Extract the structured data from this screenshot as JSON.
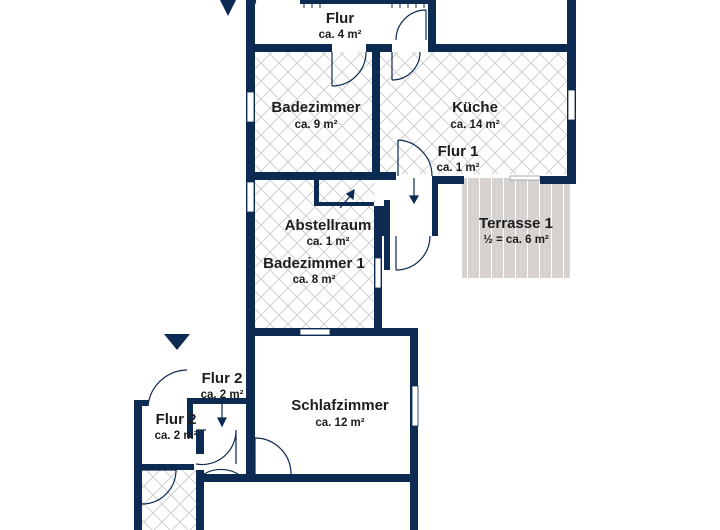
{
  "colors": {
    "wall": "#0c2a52",
    "tile_pattern": "#c8c8c8",
    "terrace": "#d6d2d0",
    "door_swing": "#0c2a52",
    "label": "#1d1d1d"
  },
  "rooms": {
    "flur": {
      "name": "Flur",
      "area": "ca. 4 m²"
    },
    "badezimmer": {
      "name": "Badezimmer",
      "area": "ca. 9 m²"
    },
    "kueche": {
      "name": "Küche",
      "area": "ca. 14 m²"
    },
    "flur1": {
      "name": "Flur 1",
      "area": "ca. 1 m²"
    },
    "abstellraum": {
      "name": "Abstellraum",
      "area": "ca. 1 m²"
    },
    "terrasse1": {
      "name": "Terrasse 1",
      "area": "½ = ca. 6 m²"
    },
    "badezimmer1": {
      "name": "Badezimmer 1",
      "area": "ca. 8 m²"
    },
    "flur2a": {
      "name": "Flur 2",
      "area": "ca. 2 m²"
    },
    "flur2b": {
      "name": "Flur 2",
      "area": "ca. 2 m²"
    },
    "schlafzimmer": {
      "name": "Schlafzimmer",
      "area": "ca. 12 m²"
    }
  },
  "icons": {
    "entrance": "entrance-arrow-icon",
    "stair": "stair-direction-arrow-icon"
  }
}
